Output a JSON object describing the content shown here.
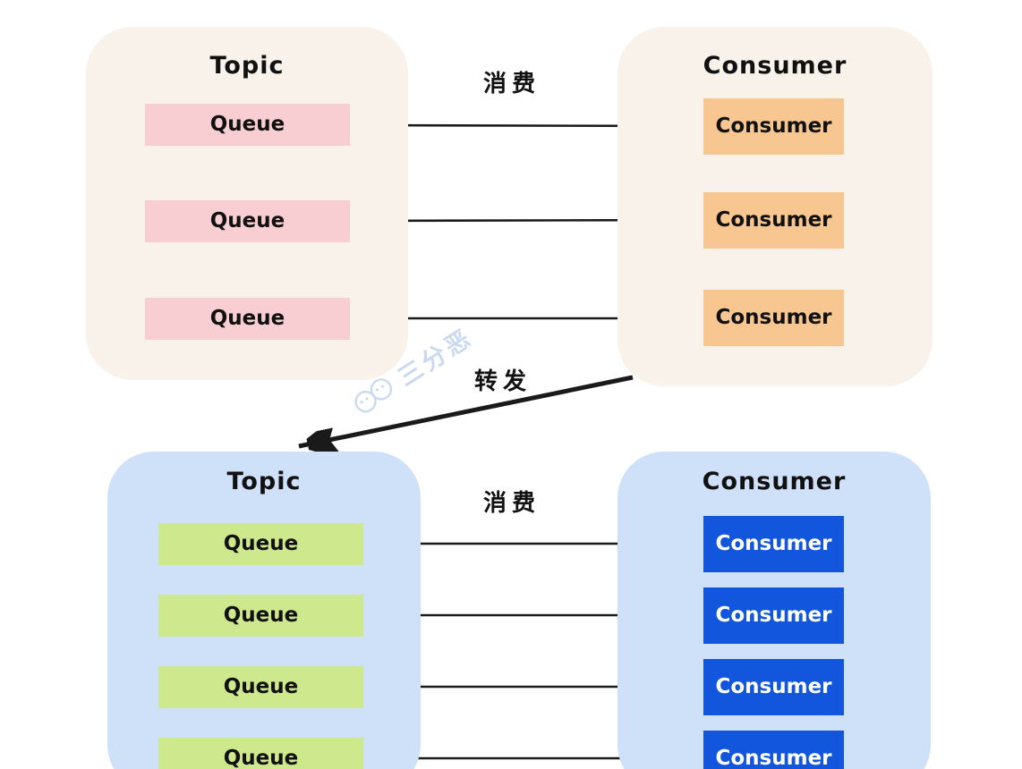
{
  "labels": {
    "consume_top": "消费",
    "forward": "转发",
    "consume_bottom": "消费"
  },
  "top_group": {
    "topic": {
      "title": "Topic",
      "queues": [
        "Queue",
        "Queue",
        "Queue"
      ]
    },
    "consumer": {
      "title": "Consumer",
      "consumers": [
        "Consumer",
        "Consumer",
        "Consumer"
      ]
    }
  },
  "bottom_group": {
    "topic": {
      "title": "Topic",
      "queues": [
        "Queue",
        "Queue",
        "Queue",
        "Queue"
      ]
    },
    "consumer": {
      "title": "Consumer",
      "consumers": [
        "Consumer",
        "Consumer",
        "Consumer",
        "Consumer"
      ]
    }
  },
  "watermark": {
    "text": "三分恶"
  },
  "colors": {
    "page_background": "#ffffff",
    "top_container": "#f8f2ea",
    "bottom_container": "#cfe0f9",
    "queue_top": "#f9ced2",
    "consumer_top": "#f8c791",
    "queue_bottom": "#cee88d",
    "consumer_bottom": "#1256dd",
    "consumer_bottom_text": "#ffffff",
    "arrow": "#1a1a1a",
    "watermark": "#c7d9f0"
  }
}
